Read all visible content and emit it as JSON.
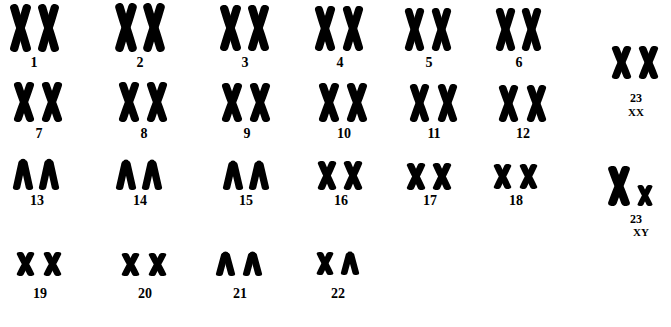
{
  "diagram": {
    "labels": [
      "1",
      "2",
      "3",
      "4",
      "5",
      "6",
      "23",
      "XX",
      "7",
      "8",
      "9",
      "10",
      "11",
      "12",
      "23",
      "XY",
      "13",
      "14",
      "15",
      "16",
      "17",
      "18",
      "19",
      "20",
      "21",
      "22"
    ]
  }
}
